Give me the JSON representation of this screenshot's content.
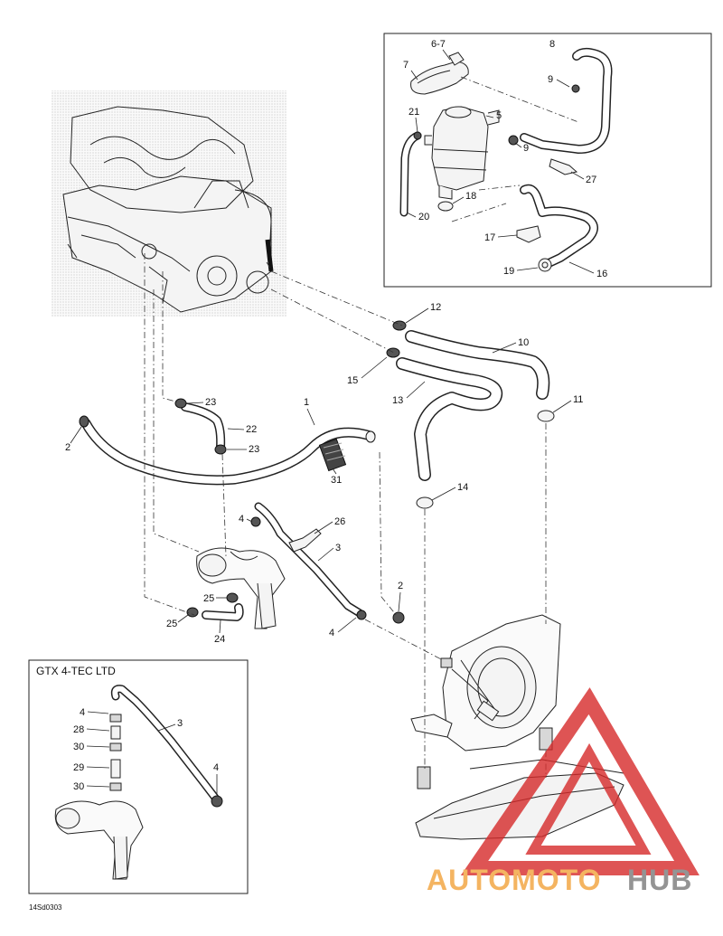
{
  "diagram": {
    "top_right_inset_labels": [
      "6-7",
      "7",
      "8",
      "9",
      "21",
      "5",
      "9",
      "27",
      "18",
      "20",
      "17",
      "16",
      "19"
    ],
    "main_labels": [
      "12",
      "10",
      "15",
      "13",
      "11",
      "23",
      "1",
      "22",
      "23",
      "2",
      "31",
      "14",
      "4",
      "26",
      "3",
      "2",
      "25",
      "25",
      "24",
      "4"
    ],
    "inset_title": "GTX 4-TEC LTD",
    "inset_labels": [
      "4",
      "3",
      "28",
      "30",
      "29",
      "30",
      "4"
    ],
    "figure_code": "14Sd0303",
    "watermark": "AUTOMOTOHUB",
    "watermark_parts": [
      "AUTOMOTO",
      "HUB"
    ]
  },
  "colors": {
    "watermark_primary": "#f2a23a",
    "watermark_secondary": "#7a7a7a",
    "watermark_triangle": "#d62a2a",
    "line": "#222222",
    "engine_dots": "#c9c9c9"
  }
}
